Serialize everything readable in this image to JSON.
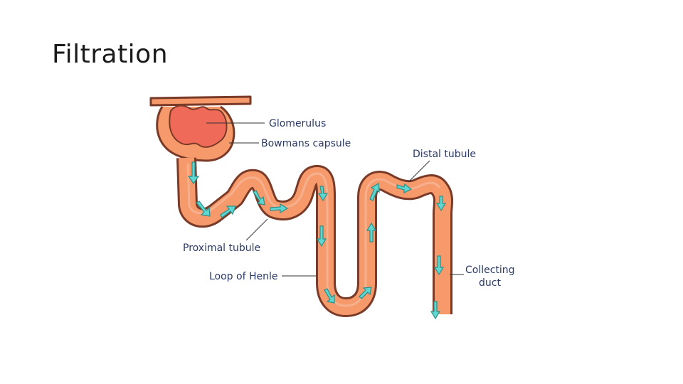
{
  "slide": {
    "title": "Filtration"
  },
  "diagram": {
    "labels": {
      "glomerulus": "Glomerulus",
      "bowmans_capsule": "Bowmans capsule",
      "distal_tubule": "Distal tubule",
      "proximal_tubule": "Proximal tubule",
      "loop_of_henle": "Loop of Henle",
      "collecting_duct_line1": "Collecting",
      "collecting_duct_line2": "duct"
    },
    "colors": {
      "tubule_fill": "#f79a6b",
      "tubule_outline": "#7a3a28",
      "glomerulus_fill": "#f06a5a",
      "arrow_fill": "#5fd6d0",
      "arrow_outline": "#2a8f8a",
      "label_text": "#2b3a66"
    }
  }
}
